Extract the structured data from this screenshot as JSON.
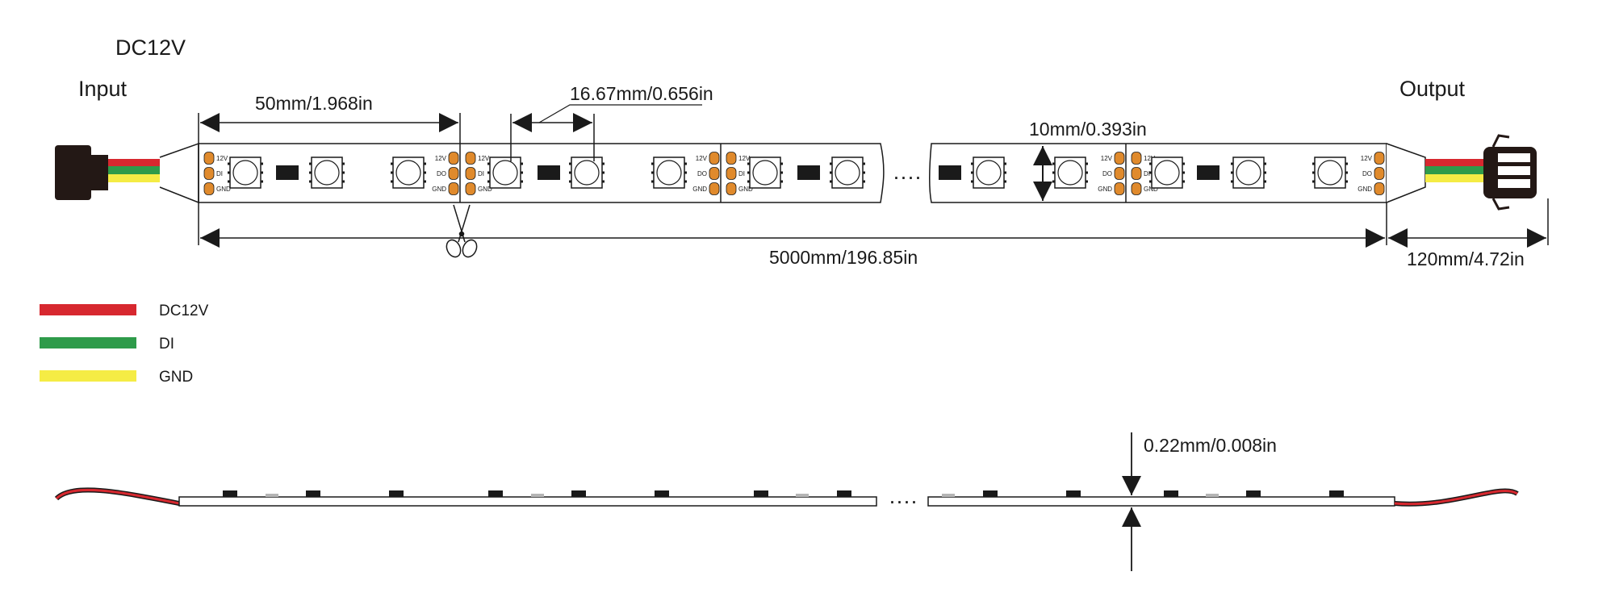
{
  "voltage_label": "DC12V",
  "input_label": "Input",
  "output_label": "Output",
  "dimensions": {
    "cut_unit": "50mm/1.968in",
    "led_pitch": "16.67mm/0.656in",
    "strip_width": "10mm/0.393in",
    "total_length": "5000mm/196.85in",
    "lead_length": "120mm/4.72in",
    "thickness": "0.22mm/0.008in"
  },
  "ellipsis": "····",
  "pads": {
    "in": [
      "12V",
      "DI",
      "GND"
    ],
    "out": [
      "12V",
      "DO",
      "GND"
    ]
  },
  "legend": [
    {
      "label": "DC12V",
      "color": "#d7282f"
    },
    {
      "label": "DI",
      "color": "#2e9b4a"
    },
    {
      "label": "GND",
      "color": "#f5ec45"
    }
  ],
  "colors": {
    "pad": "#e08a2c",
    "line": "#1a1a1a",
    "connector": "#231815"
  }
}
